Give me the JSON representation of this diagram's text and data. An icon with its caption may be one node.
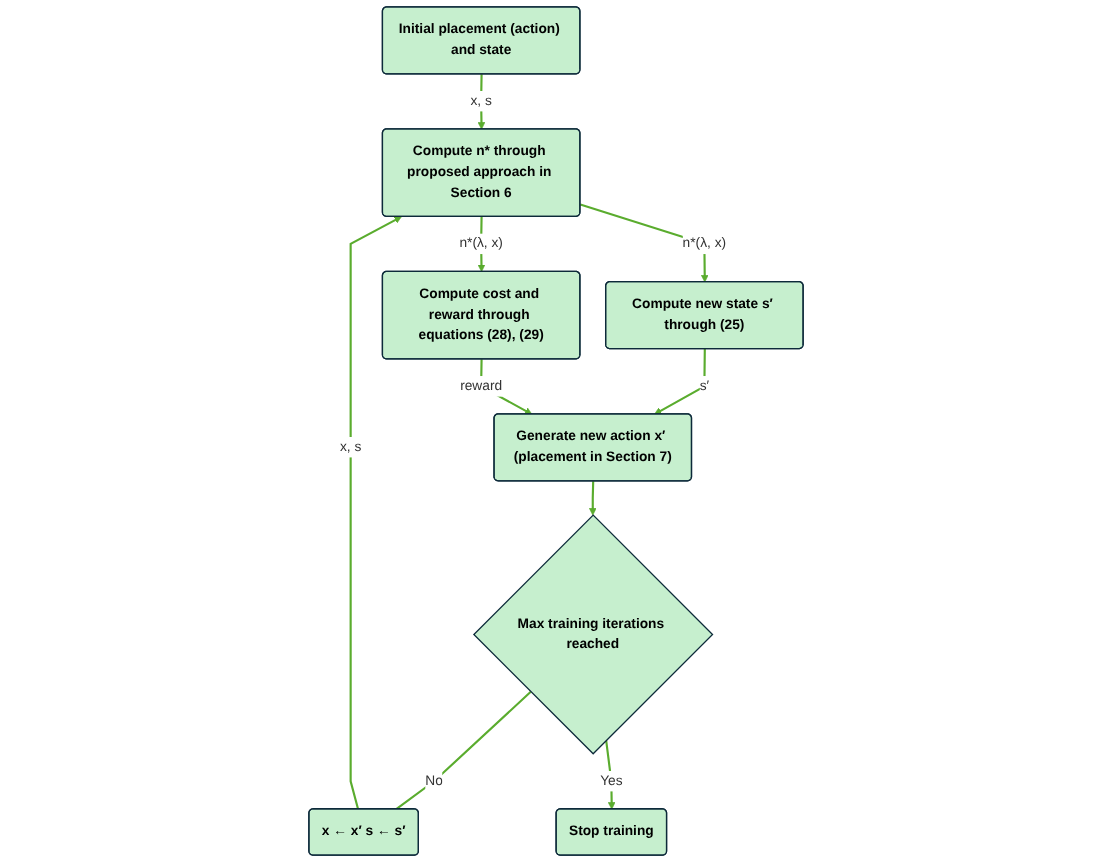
{
  "diagram": {
    "nodes": [
      {
        "text": [
          "Initial placement (action) and state"
        ]
      },
      {
        "text": [
          "Compute n* through proposed approach in Section 6"
        ]
      },
      {
        "text": [
          "Compute new state s′ through (25)"
        ]
      },
      {
        "text": [
          "Compute cost and reward through equations (28), (29)"
        ]
      },
      {
        "text": [
          "Generate new action x′ (placement in Section 7)"
        ]
      },
      {
        "text": [
          "Max training iterations reached"
        ]
      },
      {
        "text": [
          "x ← x′ s ← s′"
        ]
      },
      {
        "text": [
          "Stop training"
        ]
      }
    ],
    "edges": [
      {
        "from": 0,
        "to": 1,
        "arrow": "to",
        "label": "x, s"
      },
      {
        "from": 1,
        "to": 2,
        "arrow": "to",
        "label": "n*(λ, x)"
      },
      {
        "from": 1,
        "to": 3,
        "arrow": "to",
        "label": "n*(λ, x)"
      },
      {
        "from": 2,
        "to": 4,
        "arrow": "to",
        "label": "s′"
      },
      {
        "from": 3,
        "to": 4,
        "arrow": "to",
        "label": "reward"
      },
      {
        "from": 4,
        "to": 5,
        "arrow": "to"
      },
      {
        "from": 5,
        "to": 6,
        "arrow": "none",
        "label": "No"
      },
      {
        "from": 6,
        "to": 1,
        "arrow": "to",
        "label": "x, s"
      },
      {
        "from": 5,
        "to": 7,
        "arrow": "to",
        "label": "Yes"
      }
    ]
  }
}
